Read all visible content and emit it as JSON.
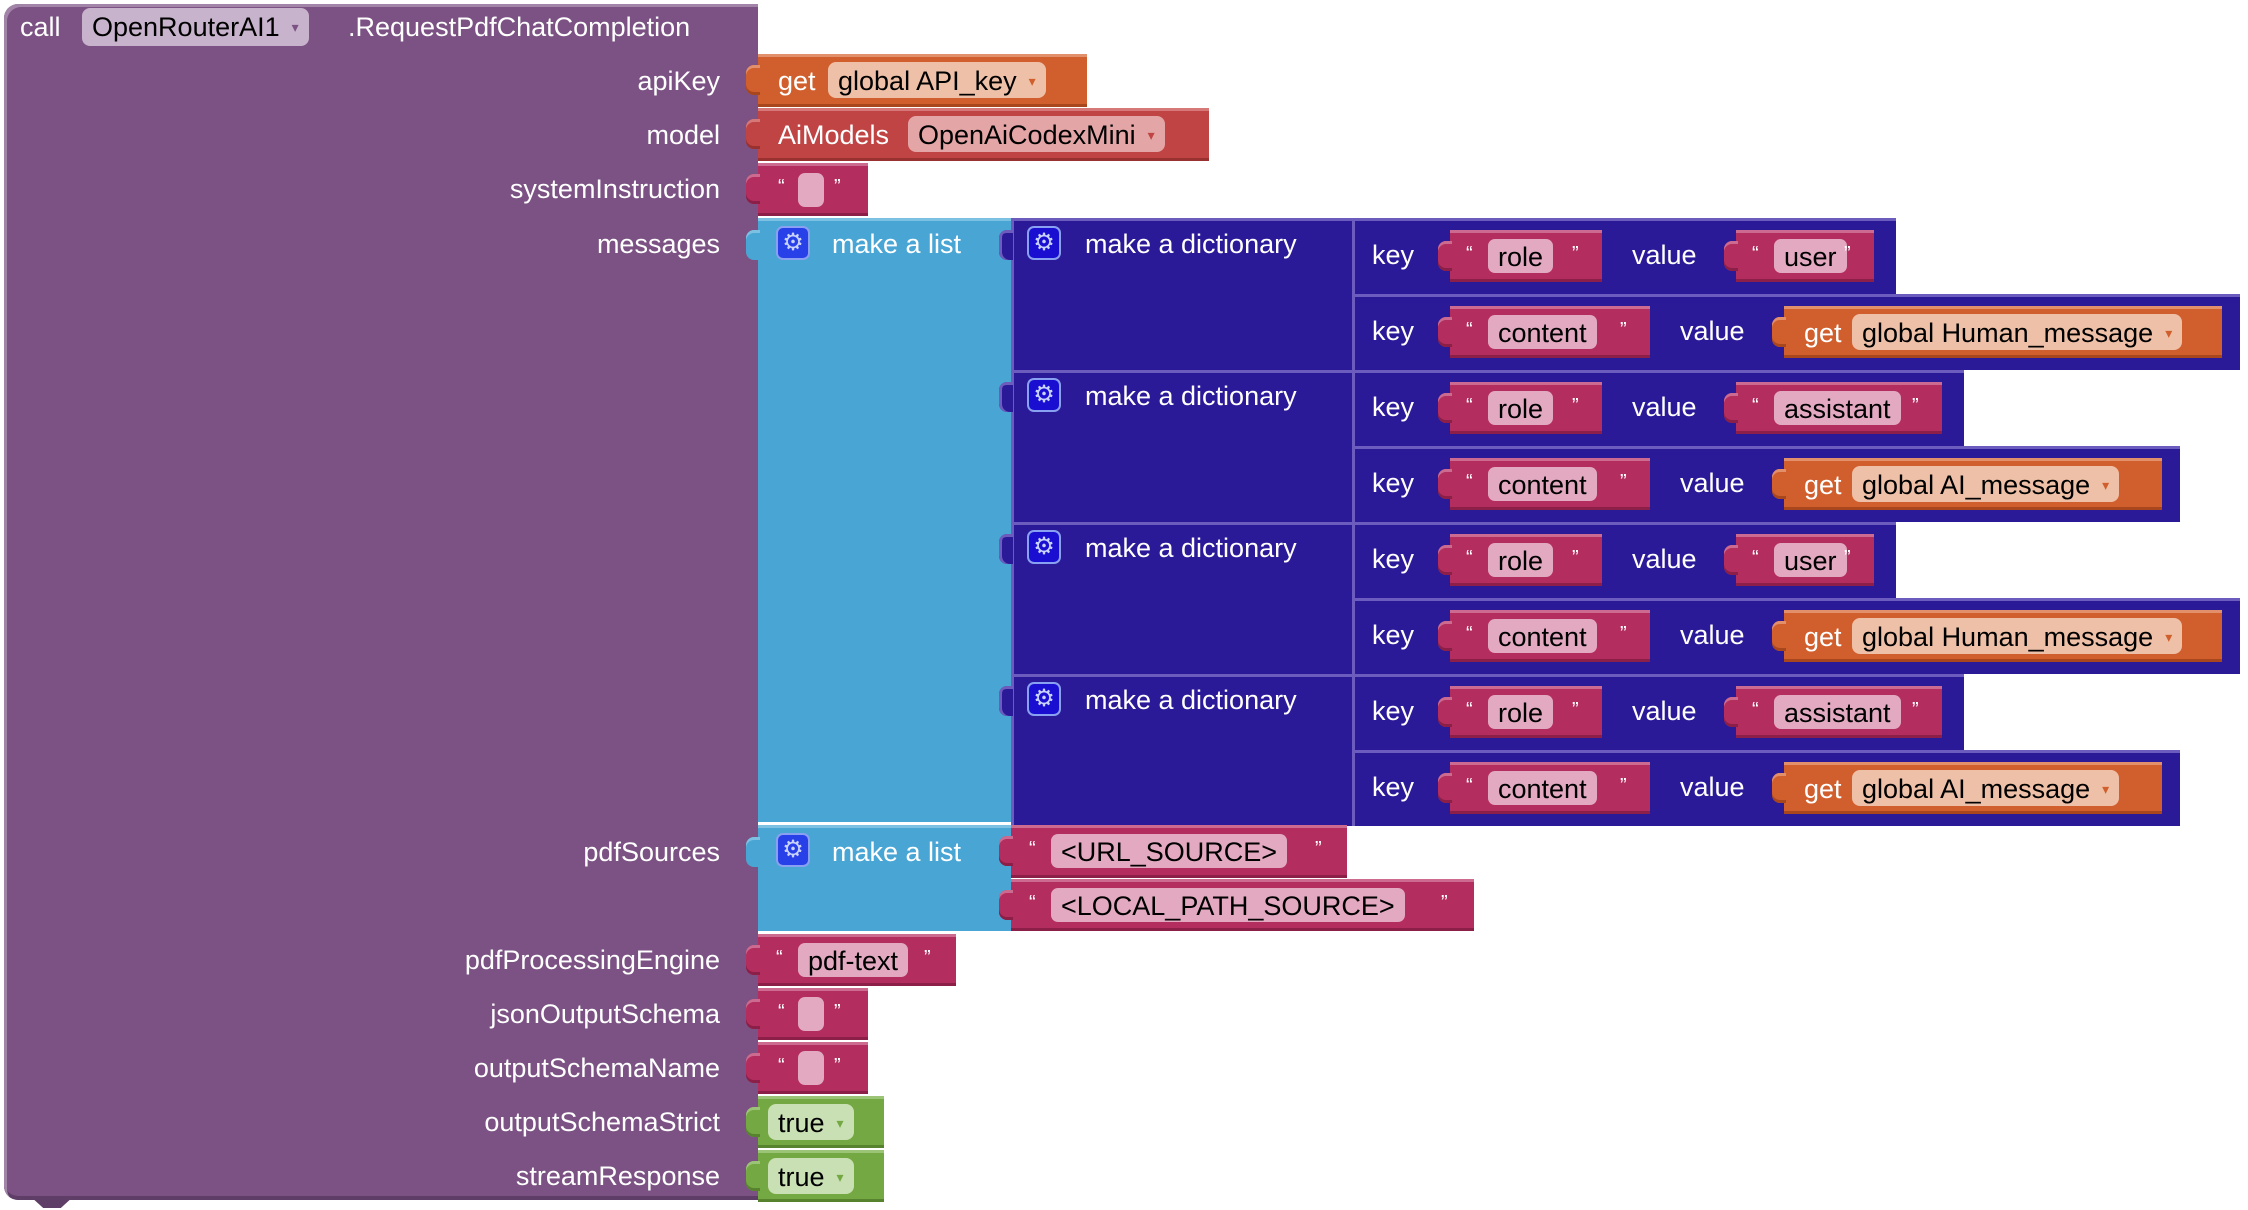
{
  "call_block": {
    "call_label": "call",
    "component": "OpenRouterAI1",
    "method": ".RequestPdfChatCompletion",
    "color": "#7b5283"
  },
  "params": {
    "apiKey": {
      "label": "apiKey",
      "get_label": "get",
      "variable": "global API_key"
    },
    "model": {
      "label": "model",
      "enum_label": "AiModels",
      "value": "OpenAiCodexMini"
    },
    "systemInstruction": {
      "label": "systemInstruction",
      "text": ""
    },
    "messages": {
      "label": "messages",
      "list_label": "make a list",
      "dictionaries": [
        {
          "label": "make a dictionary",
          "pairs": [
            {
              "key_label": "key",
              "key": "role",
              "value_label": "value",
              "value_text": "user"
            },
            {
              "key_label": "key",
              "key": "content",
              "value_label": "value",
              "get_label": "get",
              "value_var": "global Human_message"
            }
          ]
        },
        {
          "label": "make a dictionary",
          "pairs": [
            {
              "key_label": "key",
              "key": "role",
              "value_label": "value",
              "value_text": "assistant"
            },
            {
              "key_label": "key",
              "key": "content",
              "value_label": "value",
              "get_label": "get",
              "value_var": "global AI_message"
            }
          ]
        },
        {
          "label": "make a dictionary",
          "pairs": [
            {
              "key_label": "key",
              "key": "role",
              "value_label": "value",
              "value_text": "user"
            },
            {
              "key_label": "key",
              "key": "content",
              "value_label": "value",
              "get_label": "get",
              "value_var": "global Human_message"
            }
          ]
        },
        {
          "label": "make a dictionary",
          "pairs": [
            {
              "key_label": "key",
              "key": "role",
              "value_label": "value",
              "value_text": "assistant"
            },
            {
              "key_label": "key",
              "key": "content",
              "value_label": "value",
              "get_label": "get",
              "value_var": "global AI_message"
            }
          ]
        }
      ]
    },
    "pdfSources": {
      "label": "pdfSources",
      "list_label": "make a list",
      "items": [
        "<URL_SOURCE>",
        "<LOCAL_PATH_SOURCE>"
      ]
    },
    "pdfProcessingEngine": {
      "label": "pdfProcessingEngine",
      "text": "pdf-text"
    },
    "jsonOutputSchema": {
      "label": "jsonOutputSchema",
      "text": ""
    },
    "outputSchemaName": {
      "label": "outputSchemaName",
      "text": ""
    },
    "outputSchemaStrict": {
      "label": "outputSchemaStrict",
      "value": "true"
    },
    "streamResponse": {
      "label": "streamResponse",
      "value": "true"
    }
  },
  "glyphs": {
    "open_quote": "“",
    "close_quote": "”",
    "dropdown_arrow": "▾",
    "gear": "⚙"
  },
  "colors": {
    "procedure": "#7b5283",
    "variable_get": "#d05f2d",
    "enum": "#c04444",
    "text": "#b32d5e",
    "list": "#49a6d4",
    "dictionary": "#2b1a98",
    "logic": "#74a842"
  }
}
